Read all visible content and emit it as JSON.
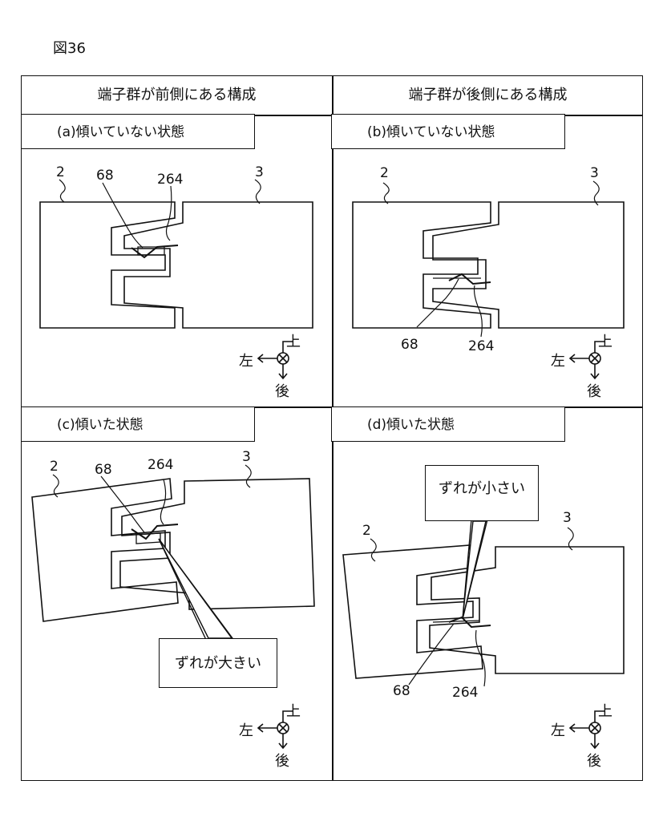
{
  "figure_label": "図36",
  "columns": {
    "front": "端子群が前側にある構成",
    "back": "端子群が後側にある構成"
  },
  "panels": {
    "a": {
      "caption": "(a)傾いていない状態"
    },
    "b": {
      "caption": "(b)傾いていない状態"
    },
    "c": {
      "caption": "(c)傾いた状態",
      "callout": "ずれが大きい"
    },
    "d": {
      "caption": "(d)傾いた状態",
      "callout": "ずれが小さい"
    }
  },
  "refs": {
    "body_left": "2",
    "body_right": "3",
    "terminal": "68",
    "contact": "264"
  },
  "axes": {
    "left": "左",
    "up": "上",
    "back": "後"
  }
}
